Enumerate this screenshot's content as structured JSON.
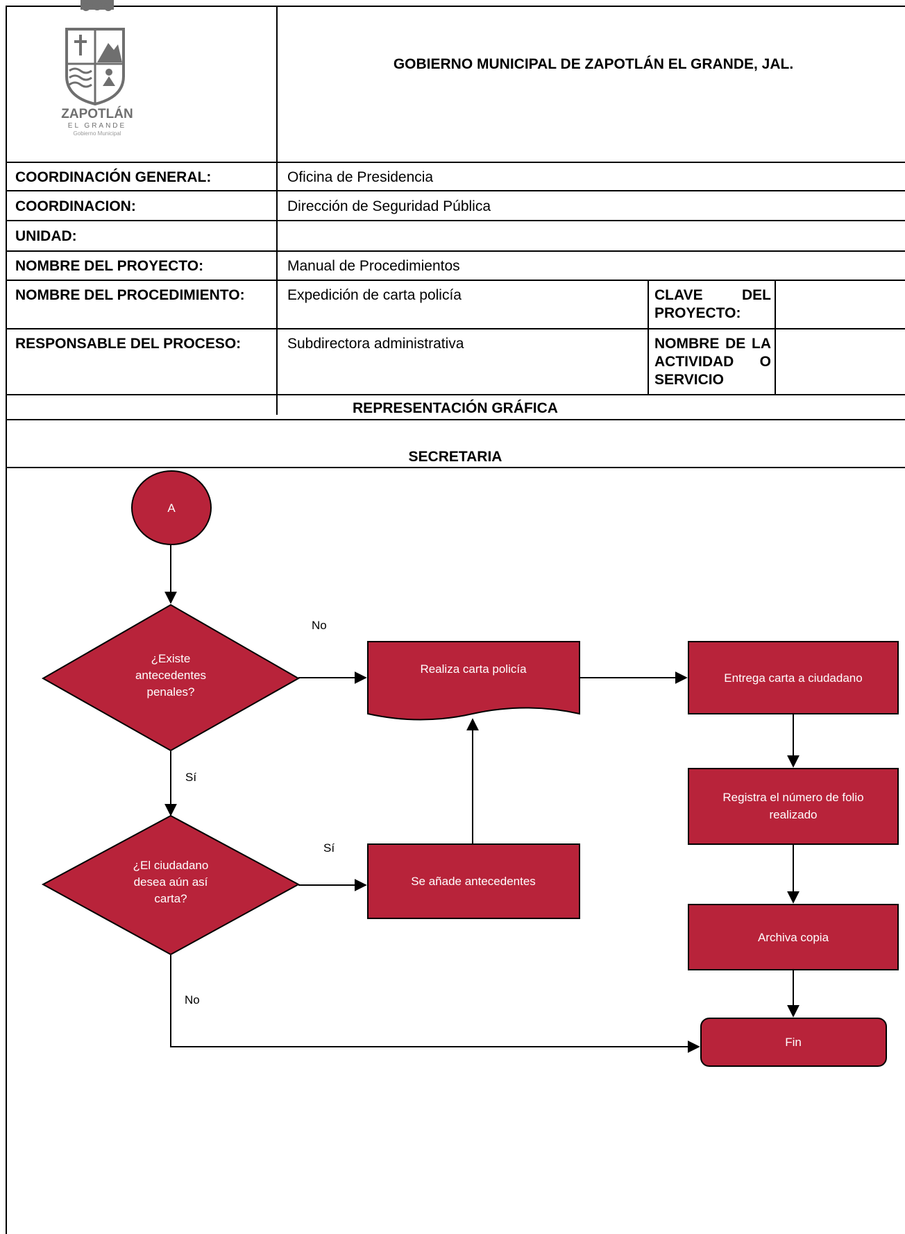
{
  "header": {
    "title": "GOBIERNO MUNICIPAL DE ZAPOTLÁN EL GRANDE, JAL.",
    "logo_text": "ZAPOTLÁN",
    "logo_sub": "EL GRANDE",
    "logo_sub2": "Gobierno Municipal"
  },
  "rows": [
    {
      "label": "COORDINACIÓN GENERAL:",
      "value": "Oficina de Presidencia"
    },
    {
      "label": "COORDINACION:",
      "value": "Dirección de Seguridad Pública"
    },
    {
      "label": "UNIDAD:",
      "value": ""
    },
    {
      "label": "NOMBRE DEL PROYECTO:",
      "value": "Manual de Procedimientos"
    },
    {
      "label": "NOMBRE DEL PROCEDIMIENTO:",
      "value": "Expedición de carta policía",
      "extra_label": "CLAVE DEL PROYECTO:",
      "extra_value": ""
    },
    {
      "label": "RESPONSABLE DEL PROCESO:",
      "value": "Subdirectora administrativa",
      "extra_label": "NOMBRE DE LA ACTIVIDAD O SERVICIO",
      "extra_value": ""
    }
  ],
  "section_title": "REPRESENTACIÓN GRÁFICA",
  "lane_title": "SECRETARIA",
  "flow": {
    "connector": "A",
    "decision1": [
      "¿Existe",
      "antecedentes",
      "penales?"
    ],
    "decision2": [
      "¿El ciudadano",
      "desea aún así",
      "carta?"
    ],
    "doc": "Realiza carta policía",
    "add": "Se añade antecedentes",
    "deliver": "Entrega carta a ciudadano",
    "register": [
      "Registra el número de folio",
      "realizado"
    ],
    "archive": "Archiva copia",
    "end": "Fin",
    "label_no1": "No",
    "label_si1": "Sí",
    "label_si2": "Sí",
    "label_no2": "No",
    "fill_color": "#b8233a"
  }
}
